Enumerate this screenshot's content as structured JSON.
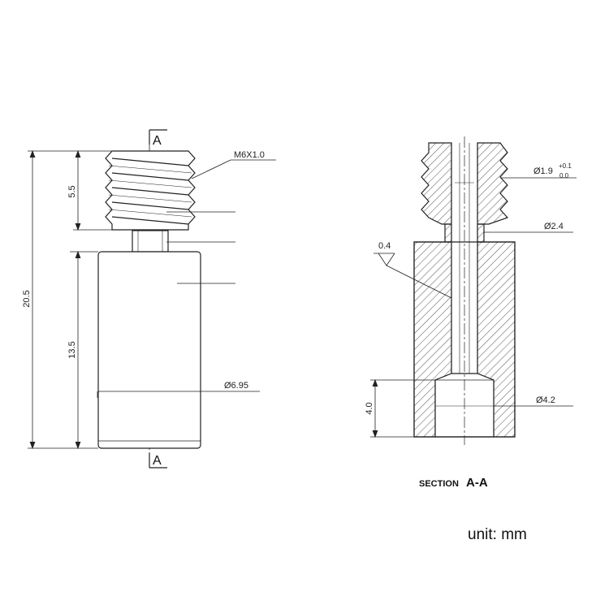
{
  "left_view": {
    "section_marker_top": "A",
    "section_marker_bottom": "A",
    "thread_label": "M6X1.0",
    "dim_thread_length": "5.5",
    "dim_total_length": "20.5",
    "dim_body_length": "13.5",
    "dim_body_diameter": "Ø6.95"
  },
  "section_view": {
    "dim_bore_diameter": "Ø1.9",
    "dim_bore_tol_upper": "+0.1",
    "dim_bore_tol_lower": "0.0",
    "dim_neck_diameter": "Ø2.4",
    "surface_roughness": "0.4",
    "dim_counterbore_depth": "4.0",
    "dim_counterbore_diameter": "Ø4.2",
    "caption_prefix": "SECTION",
    "caption_id": "A-A"
  },
  "unit_label": "unit: mm",
  "colors": {
    "line": "#222222",
    "hatch": "#555555",
    "body": "#ffffff"
  }
}
